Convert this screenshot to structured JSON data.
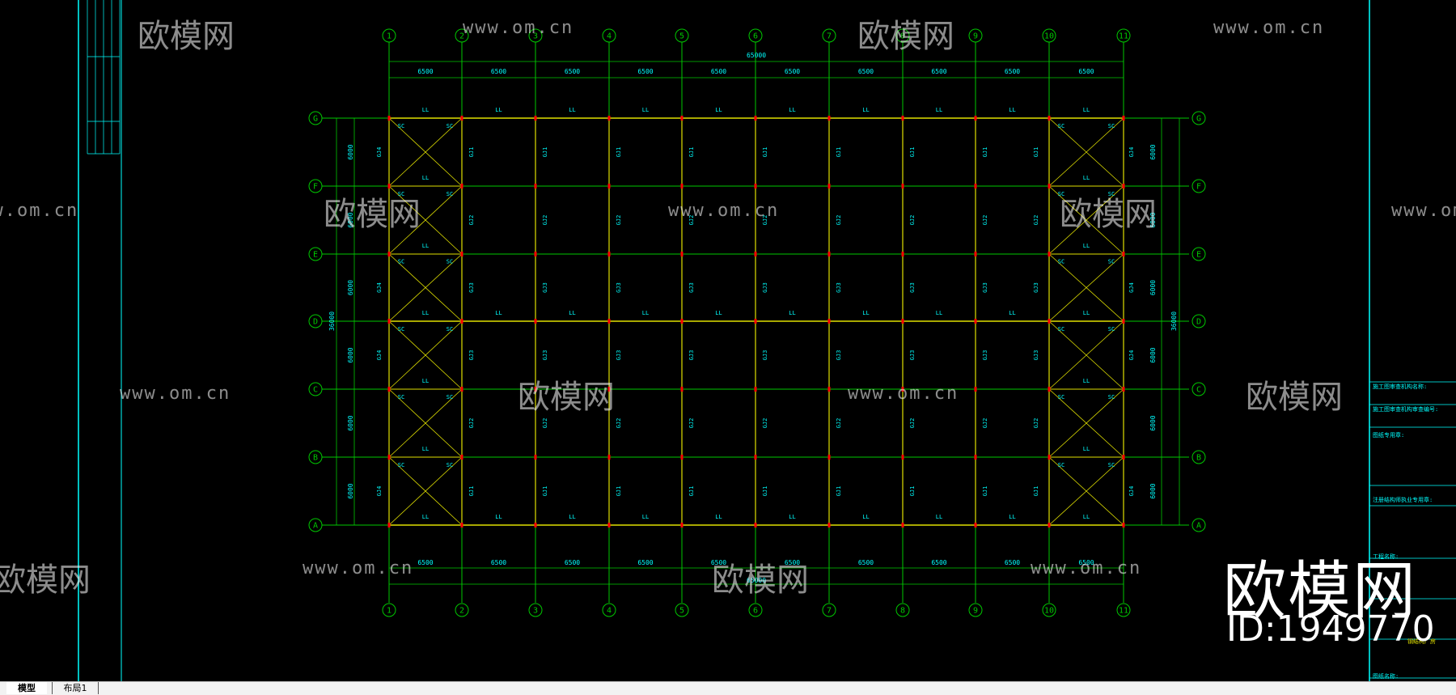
{
  "tabs": {
    "model": "模型",
    "layout": "布局1"
  },
  "grid_columns": [
    "1",
    "2",
    "3",
    "4",
    "5",
    "6",
    "7",
    "8",
    "9",
    "10",
    "11"
  ],
  "grid_rows": [
    "G",
    "F",
    "E",
    "D",
    "C",
    "B",
    "A"
  ],
  "bay_dims": [
    "6500",
    "6500",
    "6500",
    "6500",
    "6500",
    "6500",
    "6500",
    "6500",
    "6500",
    "6500"
  ],
  "overall_width": "65000",
  "row_dims": [
    "6000",
    "6000",
    "6000",
    "6000",
    "6000",
    "6000"
  ],
  "overall_height": "36000",
  "member_labels": {
    "beam": "LL",
    "bracing": "SC",
    "col_a": "GJ1",
    "col_b": "GJ2",
    "col_c": "GJ3",
    "end_col": "GJ4"
  },
  "title_block_notes": [
    "施工图审查机构名称:",
    "施工图审查机构审查编号:",
    "图纸专用章:",
    "注册结构师执业专用章:",
    "工程名称:",
    "钢结构厂房",
    "图纸名称:"
  ],
  "watermark": {
    "brand": "欧模网",
    "id": "ID:1949770",
    "url": "www.om.cn"
  },
  "colors": {
    "grid": "#00c800",
    "frame": "#e0e000",
    "text": "#00ffff",
    "column": "#ff0000",
    "background": "#000000"
  }
}
